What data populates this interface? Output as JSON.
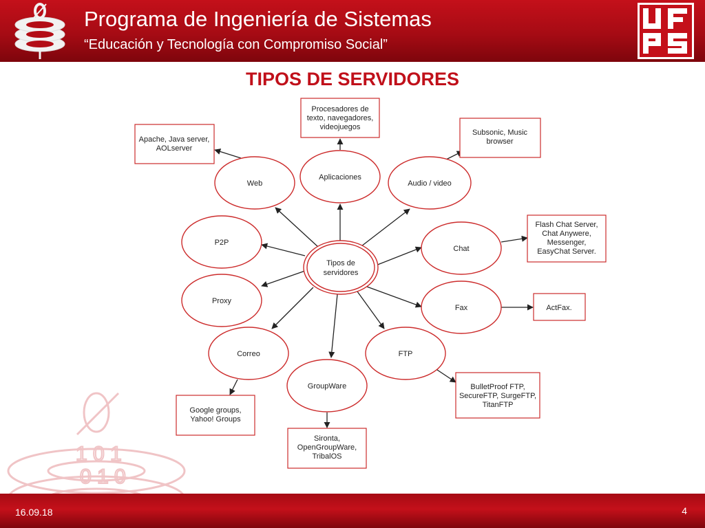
{
  "header": {
    "title": "Programa de Ingeniería de Sistemas",
    "subtitle": "“Educación y Tecnología con Compromiso Social”"
  },
  "slide": {
    "title": "TIPOS DE SERVIDORES"
  },
  "diagram": {
    "center": [
      "Tipos de",
      "servidores"
    ],
    "nodes": {
      "web": "Web",
      "aplicaciones": "Aplicaciones",
      "audio": "Audio / video",
      "p2p": "P2P",
      "chat": "Chat",
      "proxy": "Proxy",
      "fax": "Fax",
      "correo": "Correo",
      "ftp": "FTP",
      "groupware": "GroupWare"
    },
    "examples": {
      "web": [
        "Apache, Java server,",
        "AOLserver"
      ],
      "aplicaciones": [
        "Procesadores de",
        "texto, navegadores,",
        "videojuegos"
      ],
      "audio": [
        "Subsonic, Music",
        "browser"
      ],
      "chat": [
        "Flash Chat Server,",
        "Chat Anywere,",
        "Messenger,",
        "EasyChat Server."
      ],
      "fax": [
        "ActFax."
      ],
      "correo": [
        "Google groups,",
        "Yahoo! Groups"
      ],
      "groupware": [
        "Sironta,",
        "OpenGroupWare,",
        "TribalOS"
      ],
      "ftp": [
        "BulletProof FTP,",
        "SecureFTP, SurgeFTP,",
        "TitanFTP"
      ]
    }
  },
  "footer": {
    "date": "16.09.18",
    "page": "4"
  },
  "colors": {
    "brand_red": "#c0101a",
    "ellipse_stroke": "#cc2b2b"
  },
  "icons": {
    "left_logo": "binary-disc-logo-icon",
    "right_logo": "ufps-logo-icon",
    "watermark": "binary-disc-watermark-icon"
  }
}
